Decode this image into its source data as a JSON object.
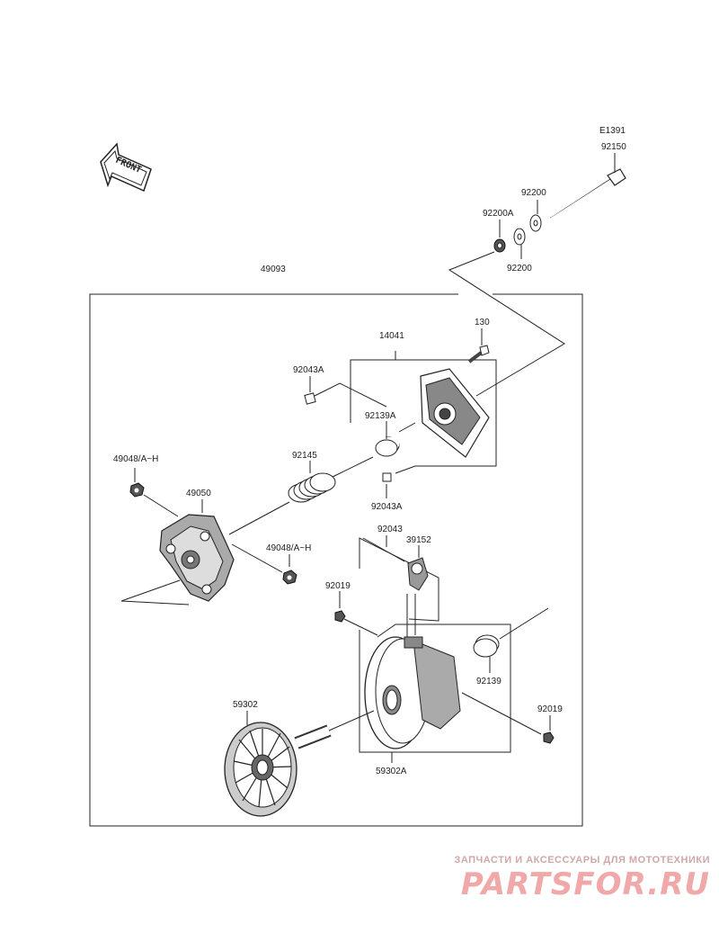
{
  "front_arrow": {
    "label": "FRONT"
  },
  "labels": {
    "e1391": "E1391",
    "p92150": "92150",
    "p92200_top": "92200",
    "p92200a": "92200A",
    "p92200_bottom": "92200",
    "p49093": "49093",
    "p130": "130",
    "p14041": "14041",
    "p92043a_top": "92043A",
    "p92139a": "92139A",
    "p92145": "92145",
    "p49048_left": "49048/A~H",
    "p49050": "49050",
    "p92043a_mid": "92043A",
    "p92043": "92043",
    "p39152": "39152",
    "p49048_right": "49048/A~H",
    "p92019_left": "92019",
    "p92139": "92139",
    "p92019_right": "92019",
    "p59302": "59302",
    "p59302a": "59302A"
  },
  "watermark": {
    "tagline": "ЗАПЧАСТИ И АКСЕССУАРЫ ДЛЯ МОТОТЕХНИКИ",
    "logo": "PARTSFOR.RU"
  }
}
